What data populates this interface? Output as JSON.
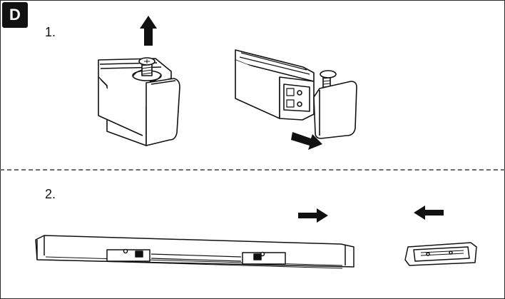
{
  "badge": {
    "label": "D"
  },
  "steps": [
    {
      "number": "1."
    },
    {
      "number": "2."
    }
  ],
  "icons": {
    "step1_up_arrow": "up-arrow-icon",
    "step1_right_arrow": "right-arrow-icon",
    "step2_right_arrow": "right-arrow-icon",
    "step2_left_arrow": "left-arrow-icon"
  },
  "colors": {
    "ink": "#111111",
    "divider": "#6d6d6d",
    "background": "#ffffff"
  }
}
